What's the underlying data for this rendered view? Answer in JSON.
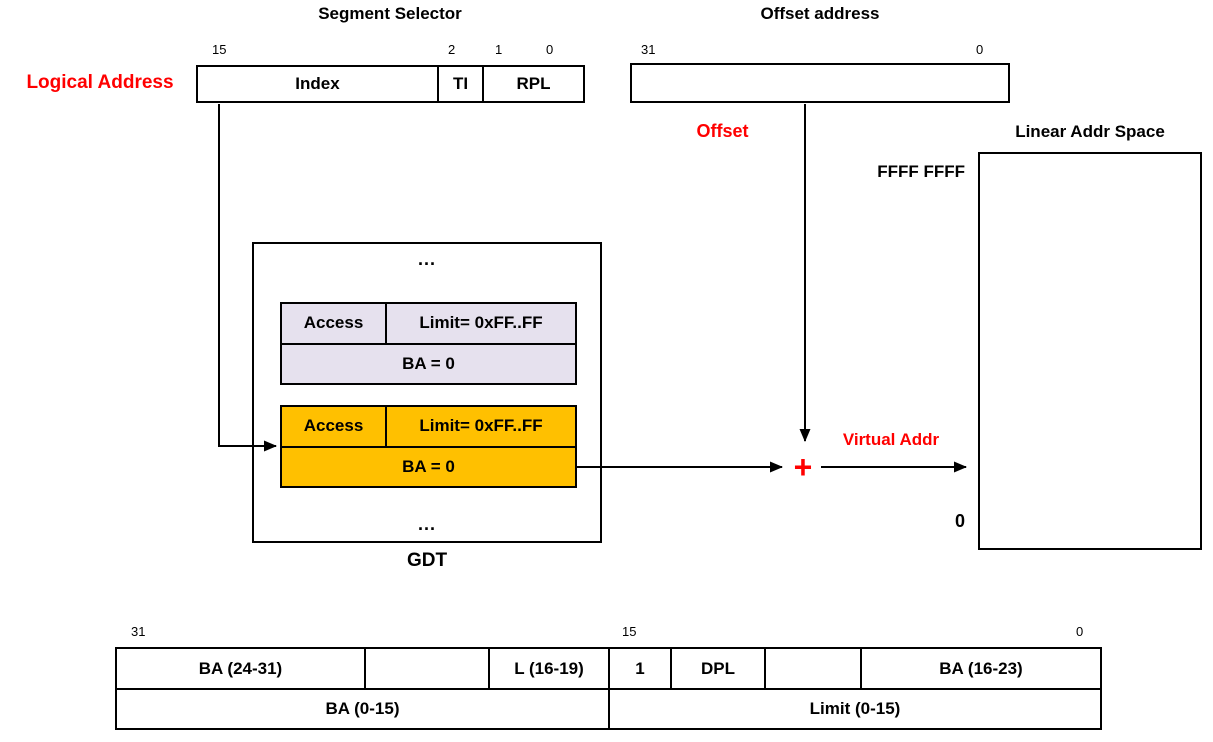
{
  "colors": {
    "accent_red": "#ff0000",
    "descriptor_normal": "#e6e1ee",
    "descriptor_highlight": "#ffc000",
    "border": "#000000"
  },
  "logical_address": {
    "label": "Logical Address"
  },
  "segment_selector": {
    "title": "Segment Selector",
    "bit_15": "15",
    "bit_2": "2",
    "bit_1": "1",
    "bit_0": "0",
    "fields": {
      "index": "Index",
      "ti": "TI",
      "rpl": "RPL"
    }
  },
  "offset_address": {
    "title": "Offset address",
    "bit_31": "31",
    "bit_0": "0",
    "arrow_label": "Offset"
  },
  "gdt": {
    "label": "GDT",
    "ellipsis_top": "...",
    "ellipsis_bottom": "...",
    "descriptors": [
      {
        "access": "Access",
        "limit": "Limit= 0xFF..FF",
        "base": "BA = 0"
      },
      {
        "access": "Access",
        "limit": "Limit= 0xFF..FF",
        "base": "BA = 0"
      }
    ]
  },
  "adder": {
    "symbol": "+",
    "result_label": "Virtual Addr"
  },
  "linear_space": {
    "title": "Linear Addr Space",
    "top_label": "FFFF FFFF",
    "bottom_label": "0"
  },
  "descriptor_layout": {
    "bit_31": "31",
    "bit_15": "15",
    "bit_0": "0",
    "top_row": [
      "BA (24-31)",
      "",
      "L (16-19)",
      "1",
      "DPL",
      "",
      "BA (16-23)"
    ],
    "bottom_row": [
      "BA (0-15)",
      "Limit (0-15)"
    ]
  }
}
